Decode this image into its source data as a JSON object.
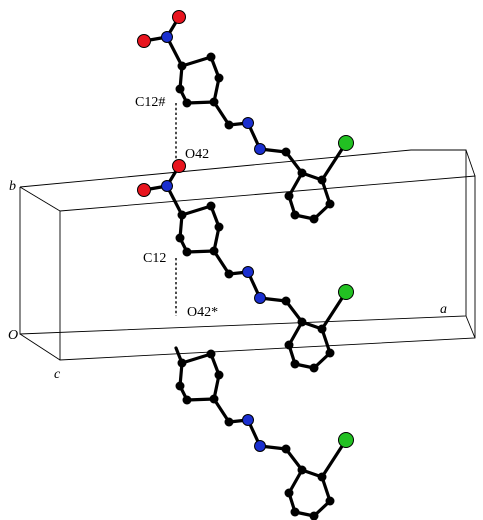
{
  "labels": {
    "c12_hash": "C12#",
    "o42": "O42",
    "c12": "C12",
    "o42_star": "O42*"
  },
  "axes": {
    "a": "a",
    "b": "b",
    "c": "c",
    "origin": "O"
  },
  "colors": {
    "carbon": "#000000",
    "oxygen": "#e8141e",
    "nitrogen": "#1a2fd0",
    "chlorine": "#22c022",
    "bond": "#000000",
    "cell_edge": "#000000"
  }
}
